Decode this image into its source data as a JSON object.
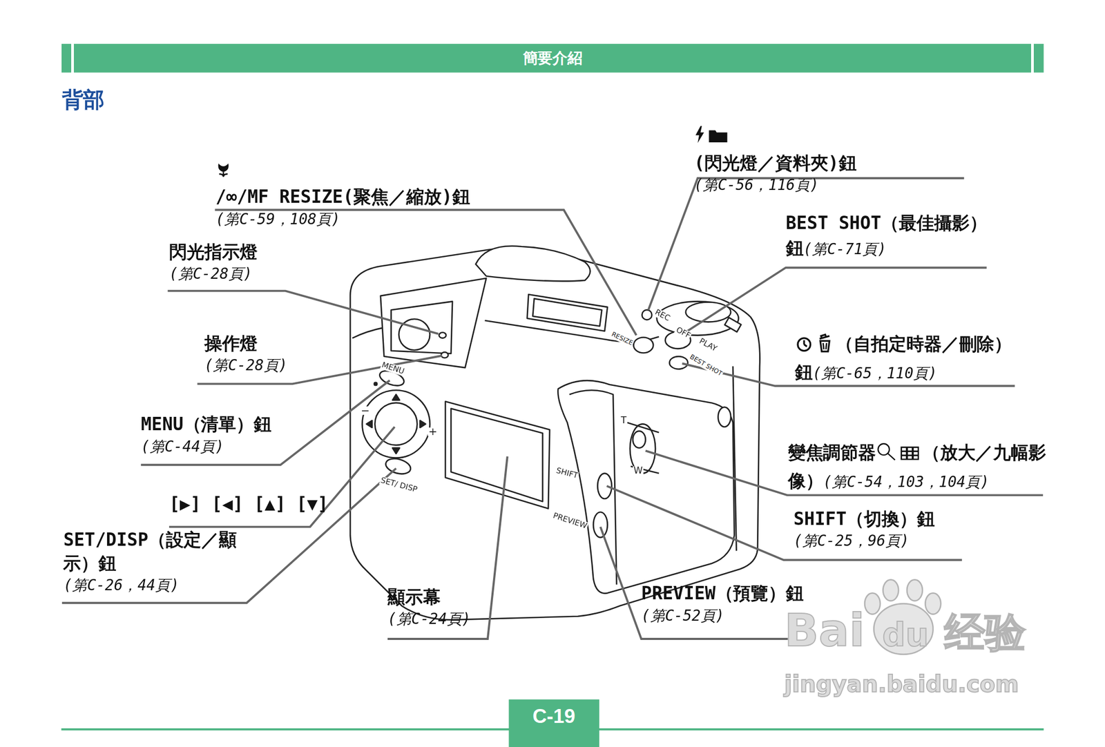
{
  "diagram": {
    "title": "背部",
    "nodes": [
      {
        "text": [
          "簡要介紹"
        ]
      },
      {
        "text": [
          "C-19"
        ]
      }
    ],
    "labels": [
      "(閃光燈／資料夾)鈕",
      "(第C-56，116頁)",
      "/∞/MF RESIZE(聚焦／縮放)鈕",
      "(第C-59，108頁)",
      "BEST SHOT（最佳攝影）鈕",
      "(第C-71頁)",
      "閃光指示燈",
      "(第C-28頁)",
      "操作燈",
      "(第C-28頁)",
      "MENU（清單）鈕",
      "(第C-44頁)",
      "[▶] [◀] [▲] [▼]",
      "SET/DISP（設定／顯示）鈕",
      "(第C-26，44頁)",
      "（自拍定時器／刪除）鈕",
      "(第C-65，110頁)",
      "變焦調節器",
      "（放大／九幅影像）",
      "(第C-54，103，104頁)",
      "SHIFT（切換）鈕",
      "(第C-25，96頁)",
      "顯示幕",
      "(第C-24頁)",
      "PREVIEW（預覽）鈕",
      "(第C-52頁)",
      "MENU",
      "SET/ DISP",
      "SHIFT",
      "PREVIEW",
      "REC",
      "OFF",
      "PLAY",
      "BEST SHOT",
      "RESIZE",
      "T",
      "W",
      "+",
      "−",
      "Bai",
      "du",
      "经验",
      "jingyan.baidu.com"
    ]
  }
}
